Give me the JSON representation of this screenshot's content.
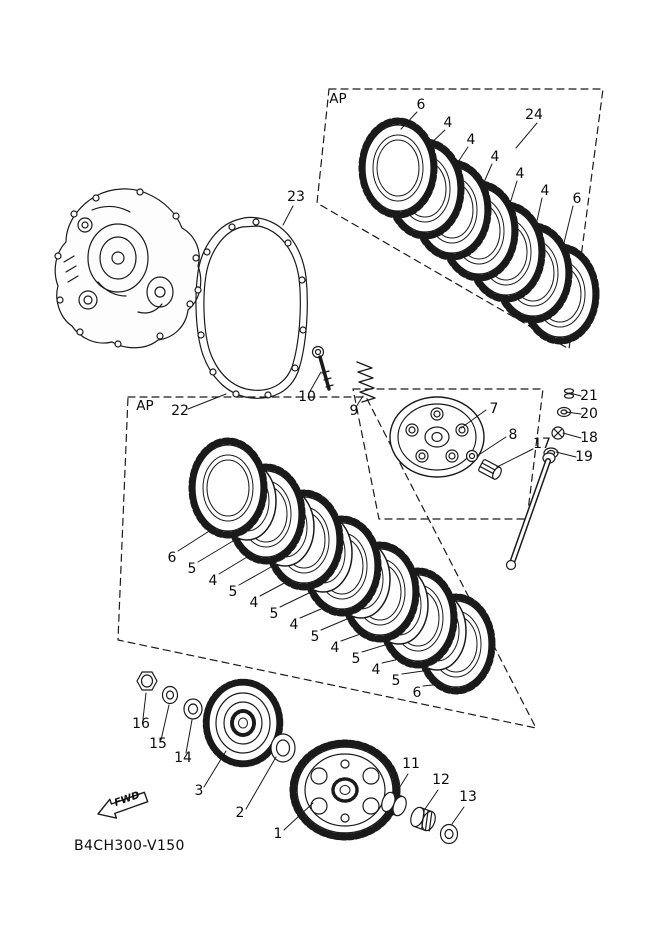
{
  "diagram": {
    "part_code": "B4CH300-V150",
    "fwd_label": "FWD",
    "ap_label": "AP",
    "top_stack_labels": [
      "6",
      "4",
      "4",
      "4",
      "4",
      "4",
      "6"
    ],
    "mid_stack_labels": [
      "6",
      "5",
      "4",
      "5",
      "4",
      "5",
      "4",
      "5",
      "4",
      "5",
      "4",
      "5",
      "6"
    ],
    "callouts": {
      "n1": "1",
      "n2": "2",
      "n3": "3",
      "n7": "7",
      "n8": "8",
      "n9": "9",
      "n10": "10",
      "n11": "11",
      "n12": "12",
      "n13": "13",
      "n14": "14",
      "n15": "15",
      "n16": "16",
      "n17": "17",
      "n18": "18",
      "n19": "19",
      "n20": "20",
      "n21": "21",
      "n22": "22",
      "n23": "23",
      "n24": "24"
    }
  }
}
